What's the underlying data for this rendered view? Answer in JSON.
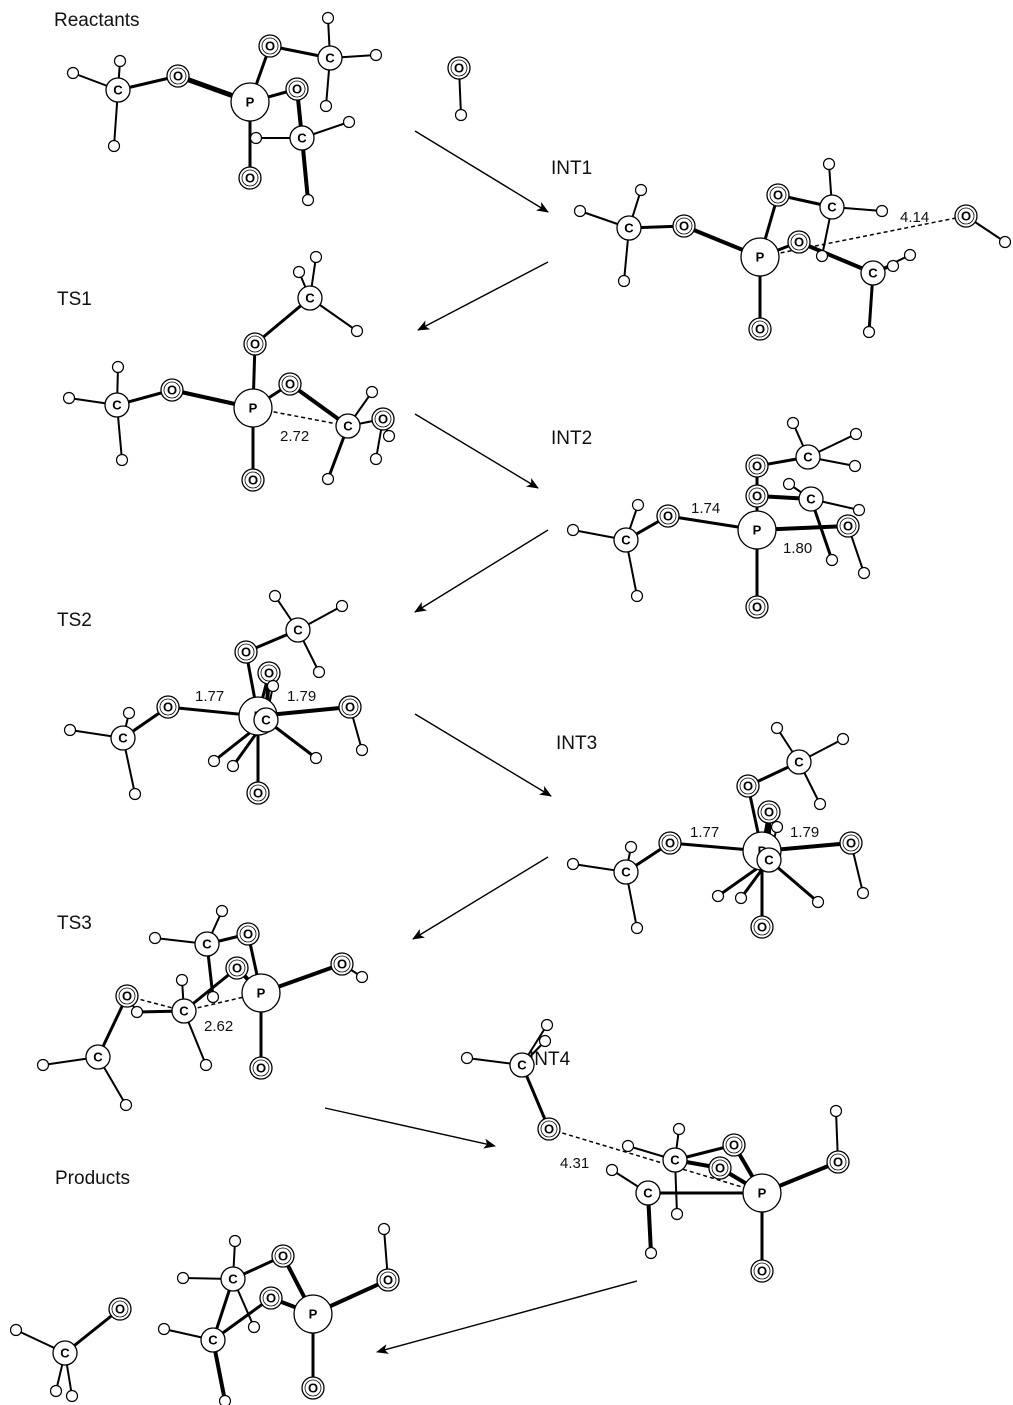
{
  "stages": [
    {
      "id": "reactants",
      "label": "Reactants"
    },
    {
      "id": "int1",
      "label": "INT1",
      "distances": [
        "4.14"
      ]
    },
    {
      "id": "ts1",
      "label": "TS1",
      "distances": [
        "2.72"
      ]
    },
    {
      "id": "int2",
      "label": "INT2",
      "distances": [
        "1.74",
        "1.80"
      ]
    },
    {
      "id": "ts2",
      "label": "TS2",
      "distances": [
        "1.77",
        "1.79"
      ]
    },
    {
      "id": "int3",
      "label": "INT3",
      "distances": [
        "1.77",
        "1.79"
      ]
    },
    {
      "id": "ts3",
      "label": "TS3",
      "distances": [
        "2.62"
      ]
    },
    {
      "id": "int4",
      "label": "INT4",
      "distances": [
        "4.31"
      ]
    },
    {
      "id": "products",
      "label": "Products"
    }
  ],
  "atom_symbols": {
    "carbon": "C",
    "oxygen": "O",
    "phosphorus": "P"
  },
  "colors": {
    "ink": "#000000",
    "atom_fill": "#ffffff"
  }
}
